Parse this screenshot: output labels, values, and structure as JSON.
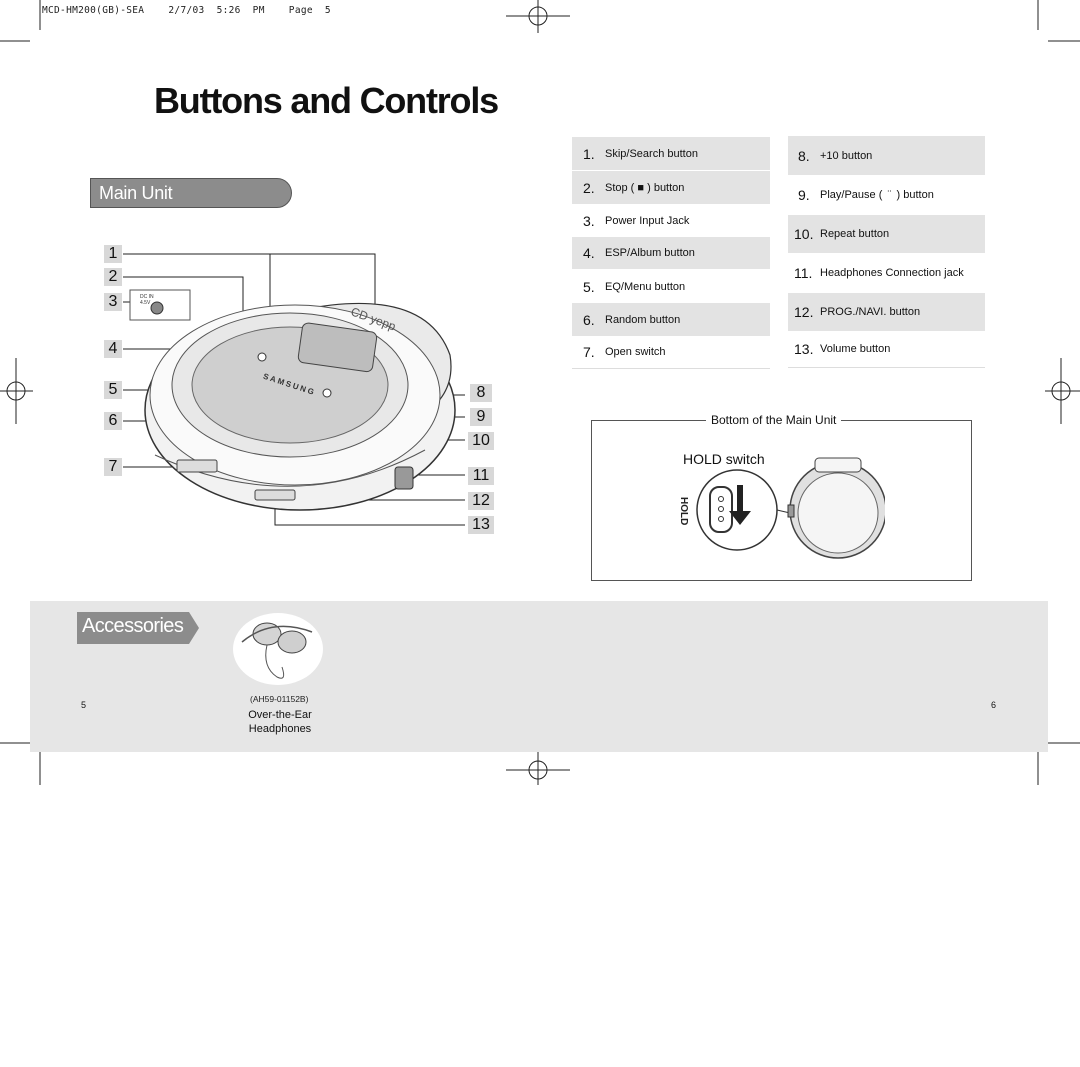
{
  "print_header": "MCD-HM200(GB)-SEA    2/7/03  5:26  PM    Page  5",
  "title": "Buttons and Controls",
  "main_unit": {
    "section_label": "Main Unit",
    "dc_in_label": "DC IN",
    "dc_in_voltage": "4.5V",
    "brand_text": "SAMSUNG",
    "model_text": "CD yepp",
    "left_callouts": [
      "1",
      "2",
      "3",
      "4",
      "5",
      "6",
      "7"
    ],
    "right_callouts": [
      "8",
      "9",
      "10",
      "11",
      "12",
      "13"
    ]
  },
  "controls_left": [
    {
      "num": "1.",
      "label": "Skip/Search button"
    },
    {
      "num": "2.",
      "label": "Stop ( ■ ) button"
    },
    {
      "num": "3.",
      "label": "Power Input Jack"
    },
    {
      "num": "4.",
      "label": "ESP/Album button"
    },
    {
      "num": "5.",
      "label": "EQ/Menu button"
    },
    {
      "num": "6.",
      "label": "Random button"
    },
    {
      "num": "7.",
      "label": "Open switch"
    }
  ],
  "controls_right": [
    {
      "num": "8.",
      "label": "+10 button"
    },
    {
      "num": "9.",
      "label": "Play/Pause (  ¨  ) button"
    },
    {
      "num": "10.",
      "label": "Repeat button"
    },
    {
      "num": "11.",
      "label": "Headphones Connection jack"
    },
    {
      "num": "12.",
      "label": "PROG./NAVI. button"
    },
    {
      "num": "13.",
      "label": "Volume button"
    }
  ],
  "bottom_section": {
    "label": "Bottom of the Main Unit",
    "hold_label": "HOLD switch",
    "switch_text": "HOLD"
  },
  "accessories": {
    "label": "Accessories",
    "item_code": "(AH59-01152B)",
    "item_name_line1": "Over-the-Ear",
    "item_name_line2": "Headphones"
  },
  "page_numbers": {
    "left": "5",
    "right": "6"
  },
  "colors": {
    "shade": "#e3e3e3",
    "band": "#e6e6e6",
    "tag": "#8c8c8c"
  }
}
